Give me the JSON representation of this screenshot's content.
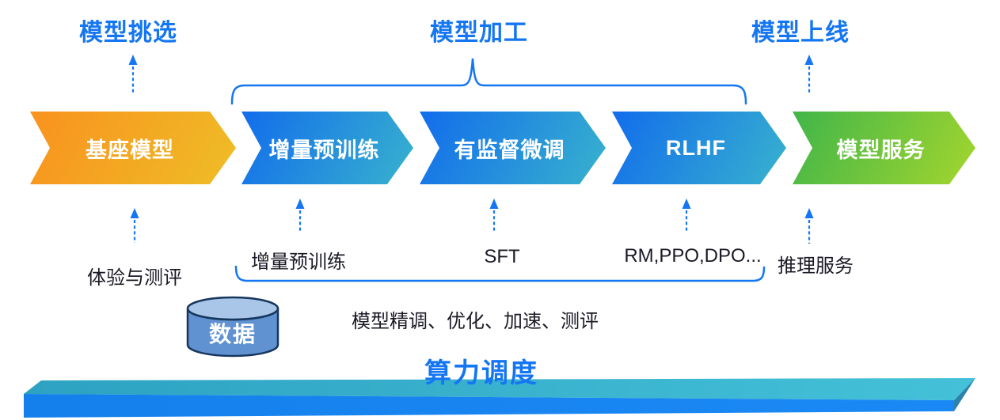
{
  "phases": {
    "selection": "模型挑选",
    "processing": "模型加工",
    "launch": "模型上线"
  },
  "pipeline": {
    "stages": [
      {
        "label": "基座模型",
        "color_from": "#F8941F",
        "color_to": "#EFBB26"
      },
      {
        "label": "增量预训练",
        "color_from": "#1470EA",
        "color_to": "#36AFCF"
      },
      {
        "label": "有监督微调",
        "color_from": "#1470EA",
        "color_to": "#36AFCF"
      },
      {
        "label": "RLHF",
        "color_from": "#1470EA",
        "color_to": "#36AFCF"
      },
      {
        "label": "模型服务",
        "color_from": "#45B748",
        "color_to": "#9FD42F"
      }
    ]
  },
  "annotations": {
    "experience": "体验与测评",
    "incremental_pretrain": "增量预训练",
    "sft": "SFT",
    "rlhf_methods": "RM,PPO,DPO...",
    "inference": "推理服务",
    "tuning_note": "模型精调、优化、加速、测评"
  },
  "data_store": {
    "label": "数据"
  },
  "compute": {
    "label": "算力调度"
  },
  "colors": {
    "accent_blue": "#1476F2",
    "text_dark": "#1A1A26",
    "chevron_orange_from": "#F8941F",
    "chevron_orange_to": "#EFBB26",
    "chevron_blue_from": "#1470EA",
    "chevron_blue_to": "#36AFCF",
    "chevron_green_from": "#45B748",
    "chevron_green_to": "#9FD42F",
    "platform_top": "#38B0CB",
    "platform_front": "#1583EE",
    "platform_side": "#2B82AB",
    "cylinder_body": "#6092D2",
    "cylinder_top": "#A9C6E8",
    "cylinder_outline": "#17365D"
  }
}
